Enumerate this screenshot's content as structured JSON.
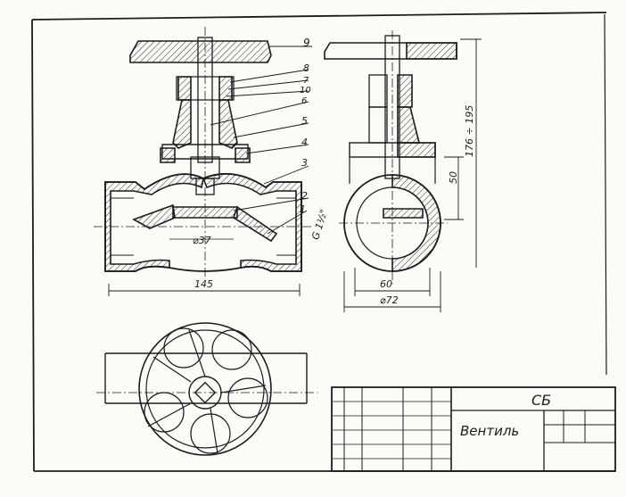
{
  "drawing": {
    "callouts": [
      "9",
      "8",
      "7",
      "10",
      "6",
      "5",
      "4",
      "3",
      "2",
      "1"
    ],
    "thread_label": "G 1½\"",
    "dims": {
      "front_width": "145",
      "bore_dia": "⌀37",
      "side_width": "60",
      "side_outer_dia": "⌀72",
      "height_50": "50",
      "height_range": "176 ÷ 195"
    }
  },
  "title_block": {
    "code": "СБ",
    "name": "Вентиль"
  }
}
